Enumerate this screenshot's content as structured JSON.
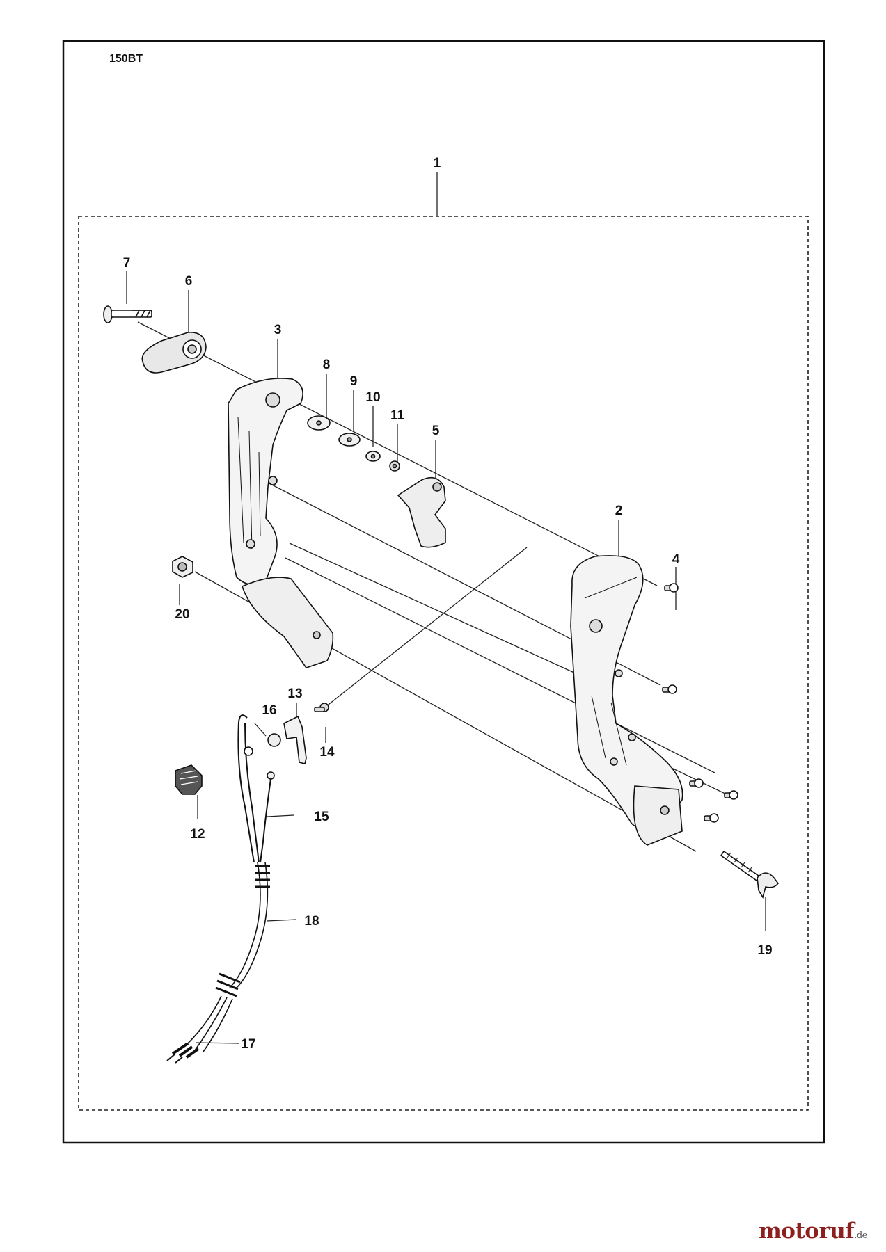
{
  "diagram": {
    "model": "150BT",
    "labels": [
      "1",
      "2",
      "3",
      "4",
      "5",
      "6",
      "7",
      "8",
      "9",
      "10",
      "11",
      "12",
      "13",
      "14",
      "15",
      "16",
      "17",
      "18",
      "19",
      "20"
    ]
  },
  "watermark": {
    "text": "motoruf",
    "suffix": ".de",
    "color": "#8d1f1f"
  }
}
